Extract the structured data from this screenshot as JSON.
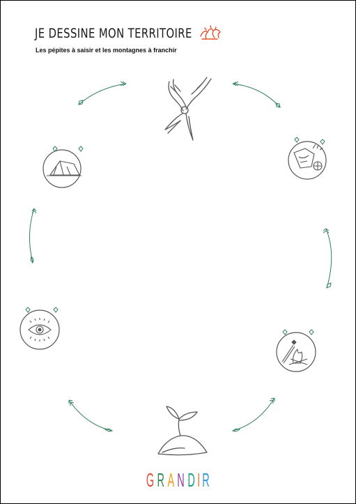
{
  "header": {
    "title": "JE DESSINE MON TERRITOIRE",
    "subtitle": "Les pépites à saisir et les montagnes à franchir",
    "logo_icon": "scout-fleur-de-lis-icon"
  },
  "footer": {
    "word": "GRANDIR",
    "letter_colors": [
      "#e74c3c",
      "#2e8b57",
      "#f39c12",
      "#8e44ad",
      "#16a085",
      "#e67e22",
      "#3498db"
    ]
  },
  "icons": [
    "scarf-icon",
    "tent-icon",
    "map-compass-icon",
    "eye-icon",
    "campfire-icon",
    "sprout-icon"
  ],
  "colors": {
    "arrow": "#2e7d5b",
    "line_art": "#555555",
    "logo": "#e0522b"
  }
}
